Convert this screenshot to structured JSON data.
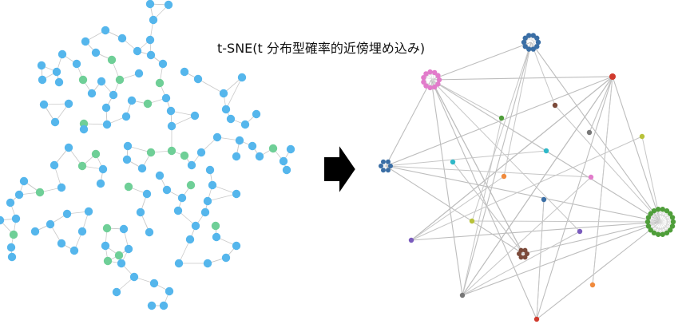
{
  "title": "t-SNE(t 分布型確率的近傍埋め込み)",
  "colors": {
    "light_blue": "#55b6ec",
    "green": "#6fcf97",
    "pink": "#e27ccb",
    "navy": "#3a6ea5",
    "red": "#d03a2d",
    "dark_green": "#4f9e3a",
    "brown": "#7b4a3a",
    "orange": "#f08a3c",
    "cyan": "#2fb8c8",
    "olive": "#b8c23a",
    "purple": "#7a5bbd",
    "gray": "#777777",
    "edge": "#bdbdbd",
    "arrow": "#000000"
  },
  "left_graph": {
    "description_nodes": "Network of light-blue and green nodes connected by gray edges (pre-embedding)"
  },
  "arrow": {
    "icon": "right-arrow-icon"
  },
  "right_graph": {
    "description_nodes": "Embedded graph after t-SNE: clustered colored nodes with long gray edges"
  }
}
